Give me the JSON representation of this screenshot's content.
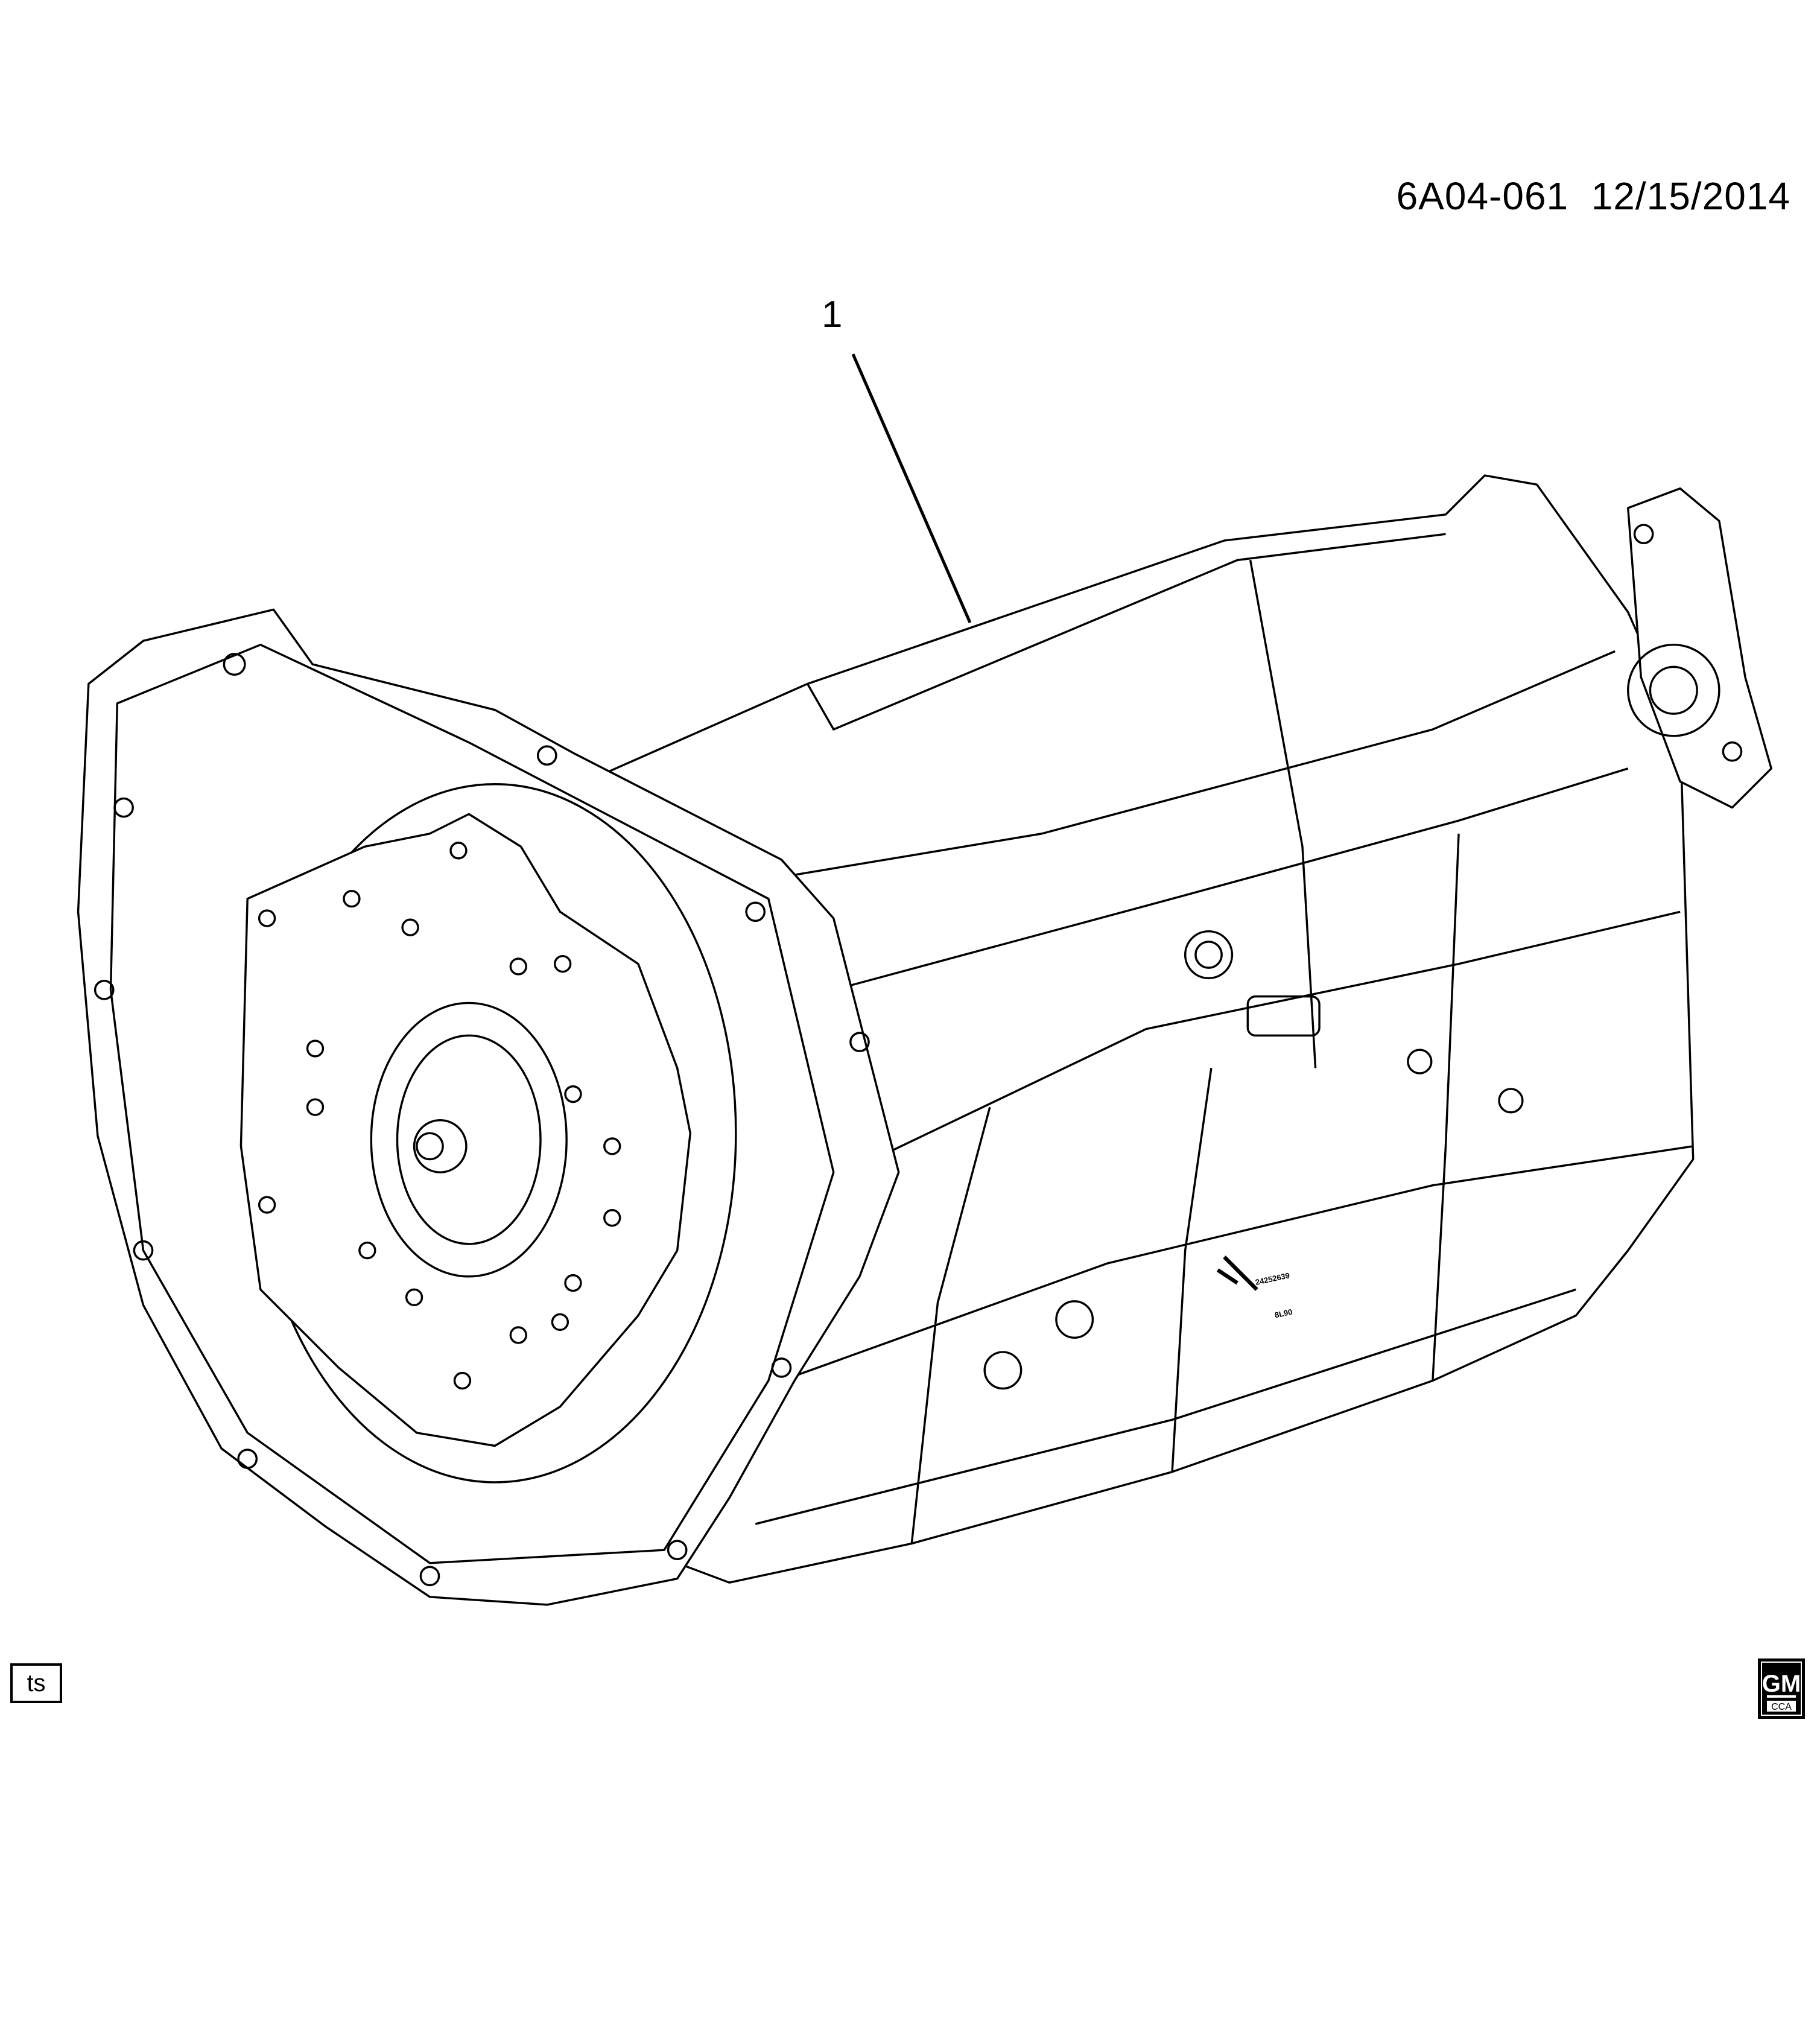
{
  "header": {
    "diagram_id": "6A04-061",
    "date": "12/15/2014"
  },
  "callouts": [
    {
      "label": "1"
    }
  ],
  "part_markings": {
    "part_number": "24252639",
    "model": "8L90"
  },
  "footer": {
    "ts_label": "ts",
    "logo": {
      "top": "GM",
      "bottom": "CCA"
    }
  },
  "colors": {
    "line": "#000000",
    "background": "#ffffff"
  }
}
